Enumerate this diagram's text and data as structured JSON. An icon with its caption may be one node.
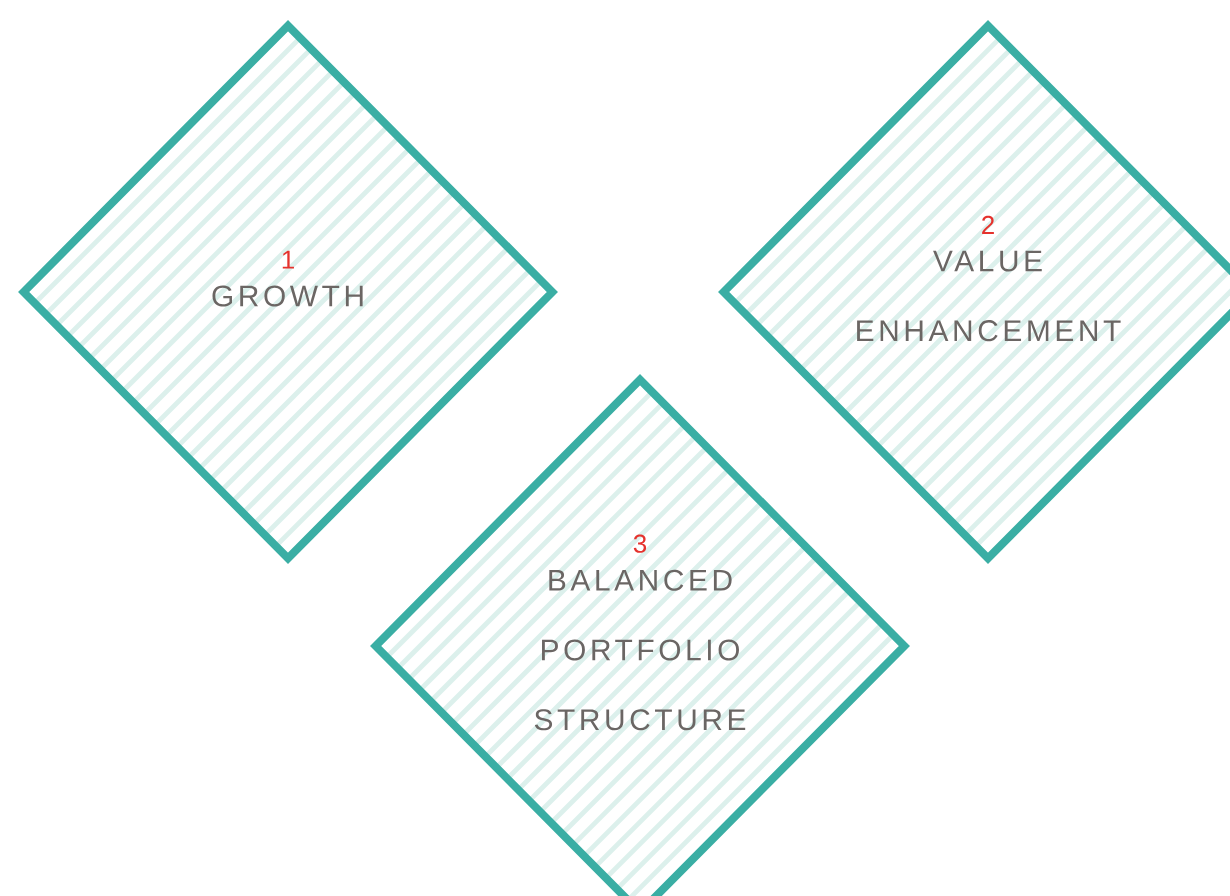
{
  "diagram": {
    "nodes": [
      {
        "text": [
          "1",
          "GROWTH"
        ]
      },
      {
        "text": [
          "2",
          "VALUE ENHANCEMENT"
        ]
      },
      {
        "text": [
          "3",
          "BALANCED PORTFOLIO STRUCTURE"
        ]
      }
    ]
  }
}
